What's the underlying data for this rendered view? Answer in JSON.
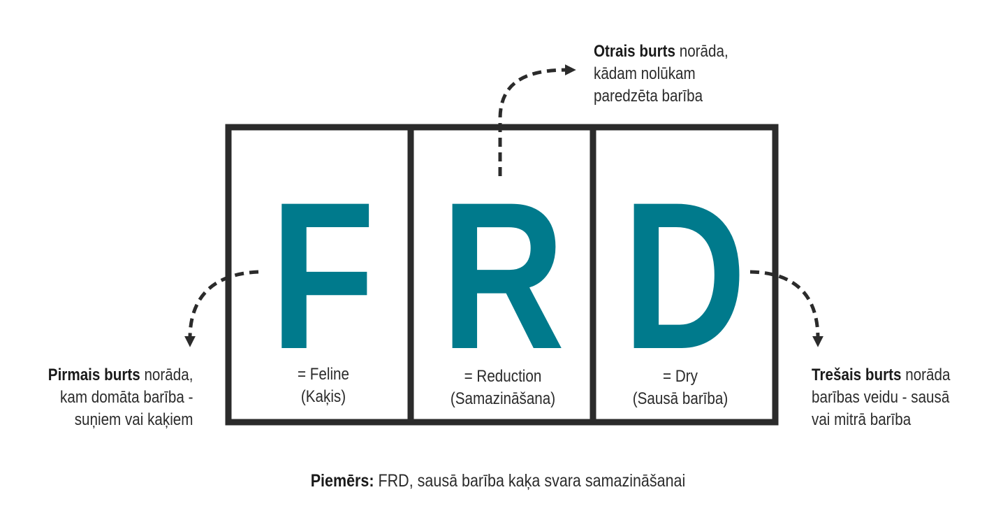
{
  "boxes": [
    {
      "letter": "F",
      "meaning": "= Feline",
      "translation": "(Kaķis)"
    },
    {
      "letter": "R",
      "meaning": "= Reduction",
      "translation": "(Samazināšana)"
    },
    {
      "letter": "D",
      "meaning": "= Dry",
      "translation": "(Sausā barība)"
    }
  ],
  "notes": {
    "first": {
      "bold": "Pirmais burts",
      "line1_rest": " norāda,",
      "line2": "kam domāta barība -",
      "line3": "suņiem vai kaķiem"
    },
    "second": {
      "bold": "Otrais burts",
      "line1_rest": " norāda,",
      "line2": "kādam nolūkam",
      "line3": "paredzēta barība"
    },
    "third": {
      "bold": "Trešais burts",
      "line1_rest": " norāda",
      "line2": "barības veidu - sausā",
      "line3": "vai mitrā barība"
    }
  },
  "example": {
    "label": "Piemērs:",
    "text": " FRD, sausā barība kaķa svara samazināšanai"
  },
  "colors": {
    "letter": "#007a8c",
    "frame": "#2b2b2b"
  }
}
